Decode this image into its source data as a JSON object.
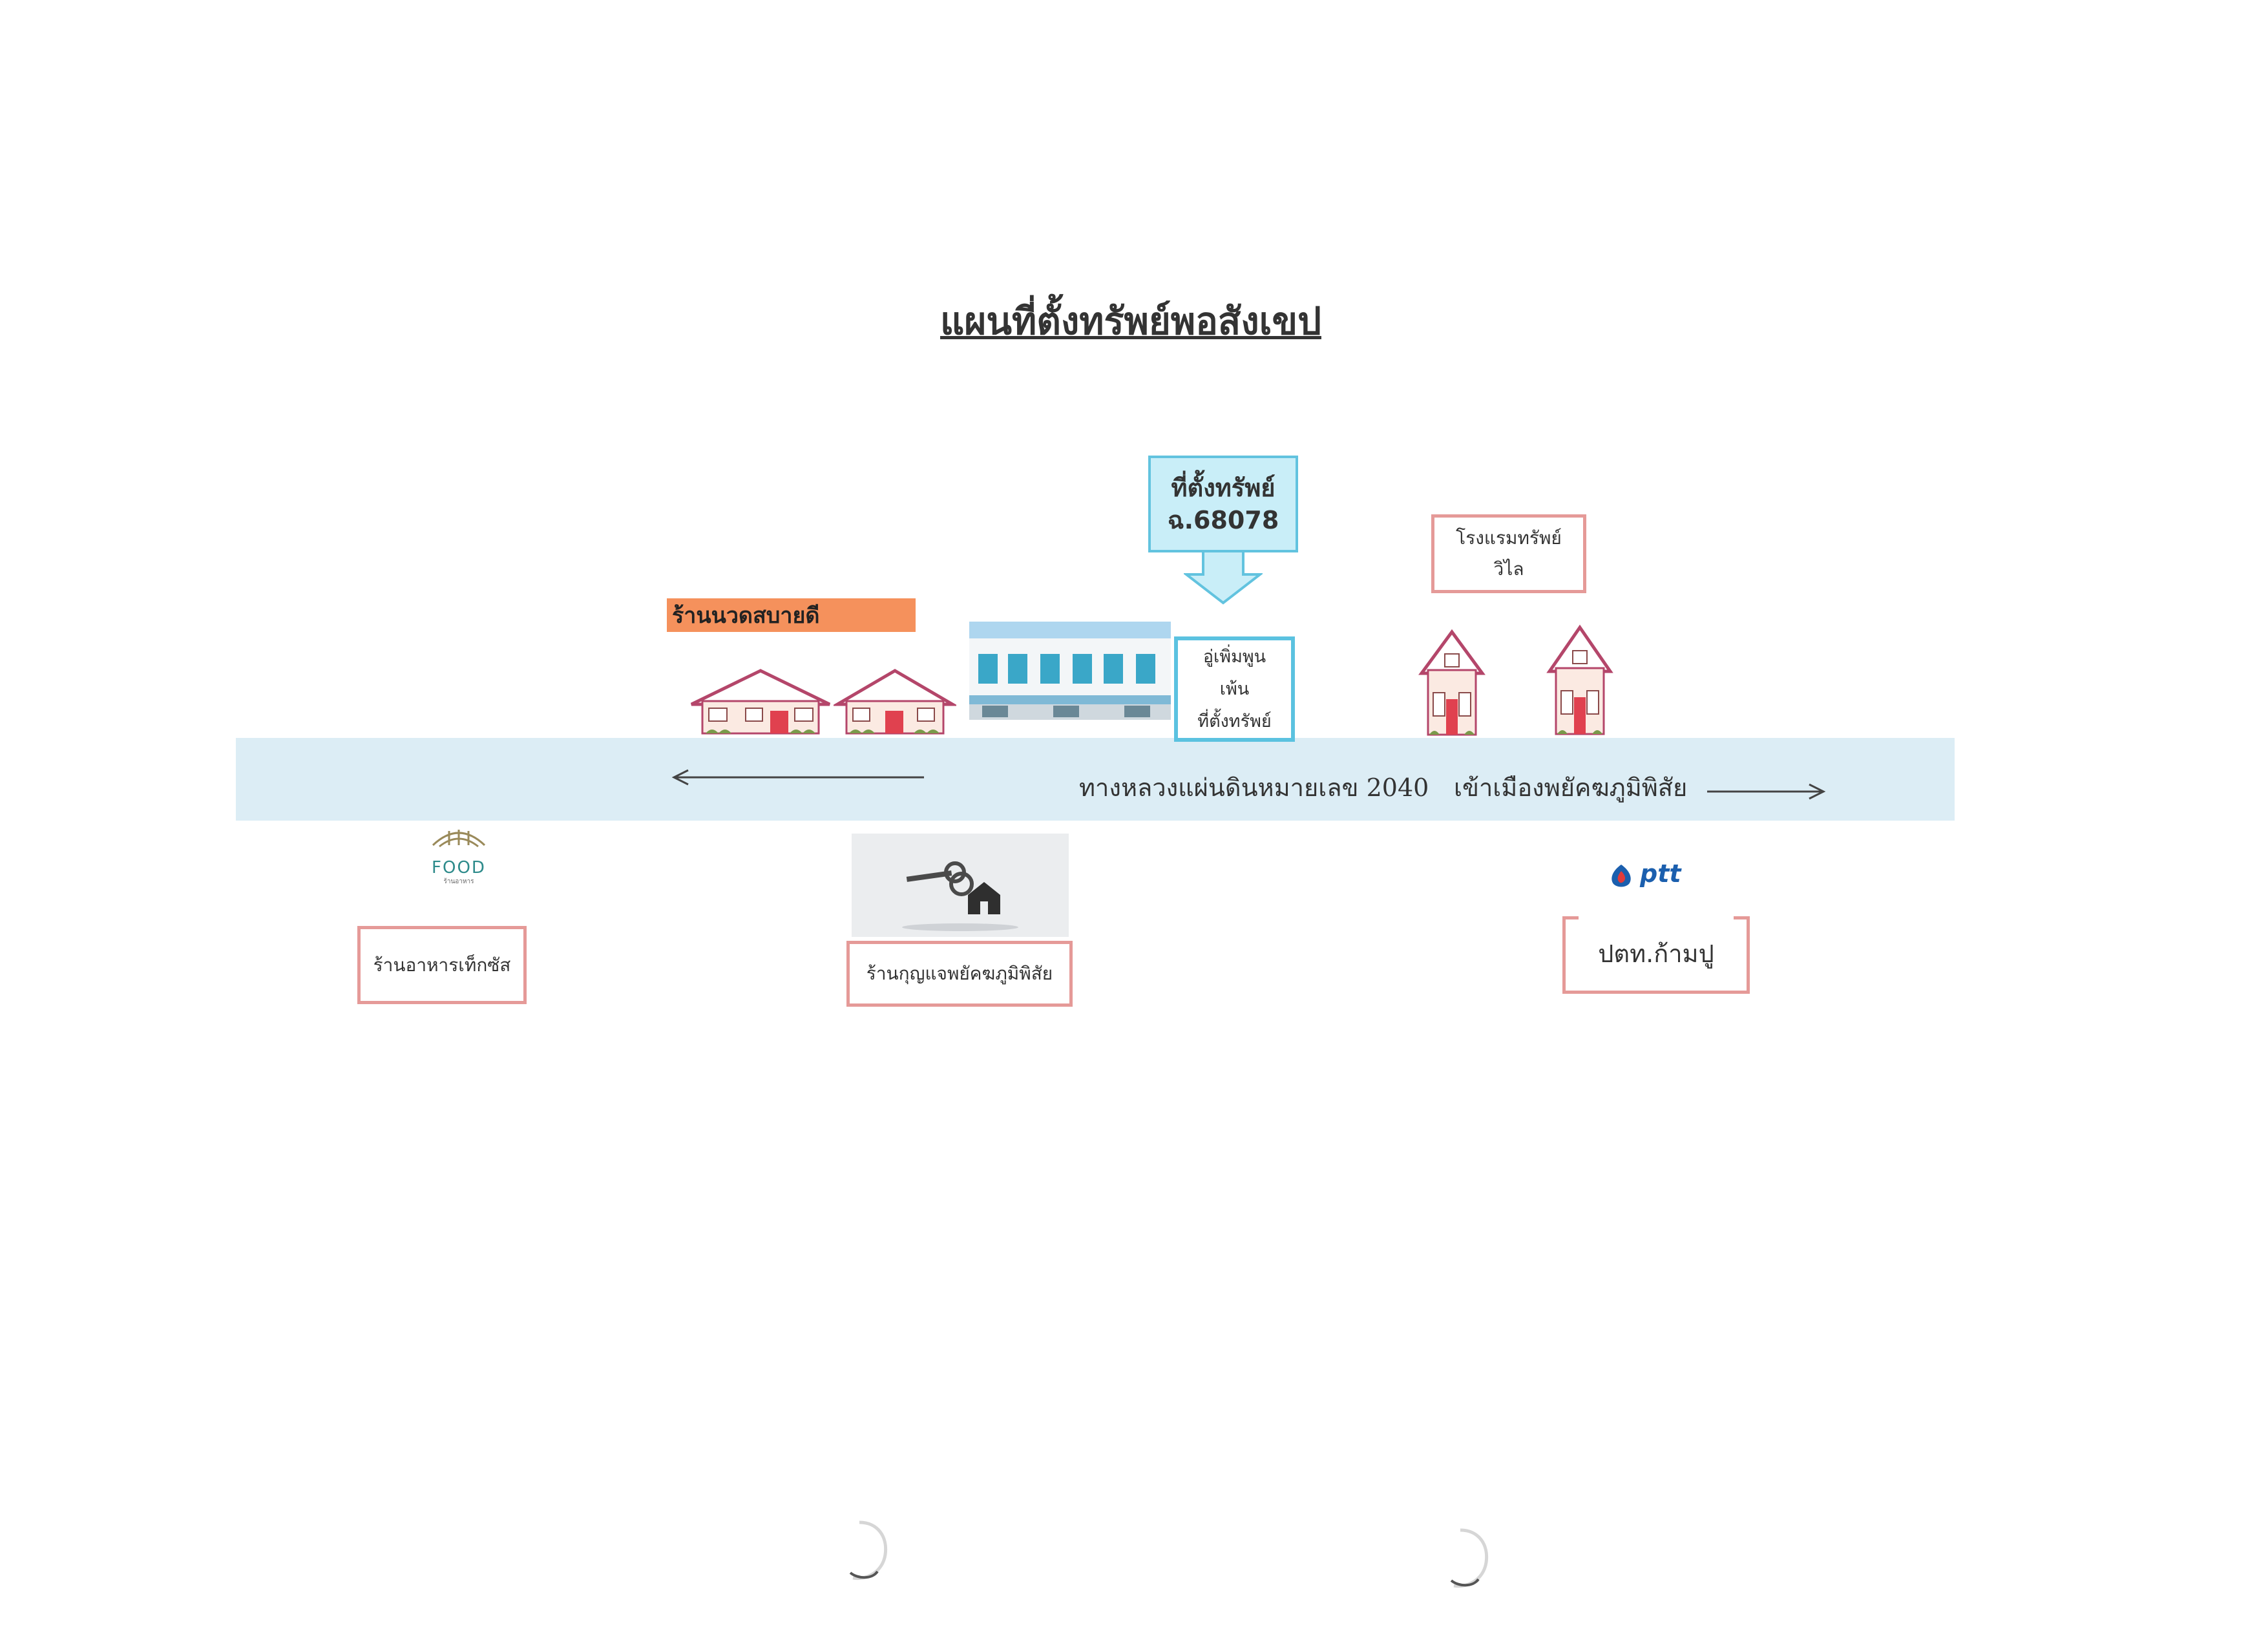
{
  "map": {
    "title": "แผนที่ตั้งทรัพย์พอสังเขป",
    "property_callout": {
      "line1": "ที่ตั้งทรัพย์",
      "line2": "ฉ.68078"
    },
    "massage_shop": {
      "name": "ร้านนวด",
      "suffix": "สบายดี"
    },
    "neighbor_box": {
      "line1": "อู่เพิ่มพูน",
      "line2": "เพ้น",
      "line3": "ที่ตั้งทรัพย์"
    },
    "hotel": {
      "line1": "โรงแรมทรัพย์",
      "line2": "วิไล"
    },
    "road": {
      "name": "ทางหลวงแผ่นดินหมายเลข 2040",
      "direction": "เข้าเมืองพยัคฆภูมิพิสัย"
    },
    "food_logo": {
      "text": "FOOD",
      "subtext": "ร้านอาหาร"
    },
    "restaurant": {
      "label": "ร้านอาหารเท็กซัส"
    },
    "key_shop": {
      "label": "ร้านกุญแจพยัคฆภูมิพิสัย"
    },
    "ptt_logo": {
      "text": "ptt"
    },
    "gas_station": {
      "label": "ปตท.ก้ามปู"
    }
  },
  "colors": {
    "road": "#dcedf5",
    "callout_fill": "#c9eef8",
    "callout_border": "#62c3df",
    "box_border_pink": "#e59a98",
    "massage_bar": "#f5915c",
    "ptt_blue": "#1b5fae"
  }
}
